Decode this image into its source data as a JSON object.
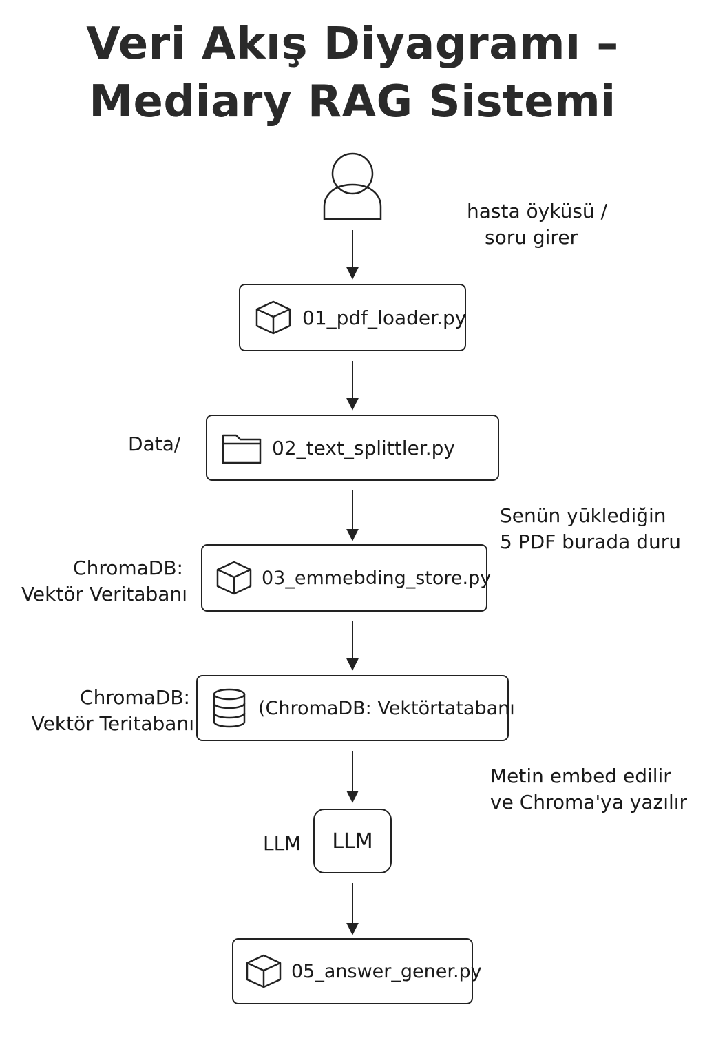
{
  "title": {
    "line1": "Veri Akış Diyagramı –",
    "line2": "Mediary RAG Sistemi"
  },
  "user_note": {
    "line1": "hasta öyküsü /",
    "line2": "soru girer"
  },
  "nodes": {
    "pdf_loader": {
      "label": "01_pdf_loader.py",
      "icon": "cube-icon"
    },
    "text_splitter": {
      "label": "02_text_splittler.py",
      "icon": "folder-icon"
    },
    "embedding_store": {
      "label": "03_emmebding_store.py",
      "icon": "cube-icon"
    },
    "chromadb": {
      "label": "(ChromaDB: Vektörtatabanı",
      "icon": "database-icon"
    },
    "llm": {
      "label": "LLM"
    },
    "answer_gen": {
      "label": "05_answer_gener.py",
      "icon": "cube-icon"
    }
  },
  "side_notes": {
    "data_folder": "Data/",
    "pdf_note": {
      "line1": "Senün yūklediğin",
      "line2": "5 PDF burada duru"
    },
    "chroma_note_1": {
      "line1": "ChromaDB:",
      "line2": "Vektör Veritabanı"
    },
    "chroma_note_2": {
      "line1": "ChromaDB:",
      "line2": "Vektör Teritabanı"
    },
    "embed_note": {
      "line1": "Metin embed edilir",
      "line2": "ve Chroma'ya yazılır"
    },
    "llm_note": "LLM"
  },
  "colors": {
    "stroke": "#222222",
    "title": "#2a2a2a",
    "background": "#ffffff"
  }
}
